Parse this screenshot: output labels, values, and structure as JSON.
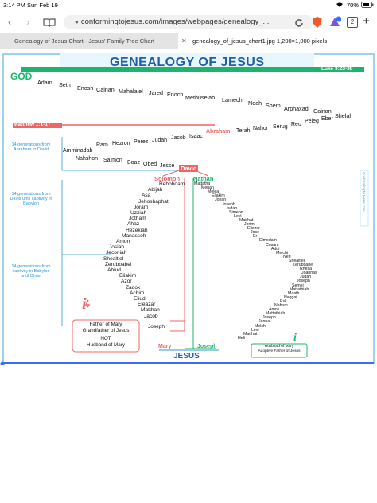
{
  "status": {
    "time": "3:14 PM",
    "date": "Sun Feb 19",
    "battery": "70%"
  },
  "browser": {
    "url": "conformingtojesus.com/images/webpages/genealogy_...",
    "tab_count": "2",
    "tabs": [
      {
        "label": "Genealogy of Jesus Chart - Jesus' Family Tree Chart"
      },
      {
        "label": "genealogy_of_jesus_chart1.jpg 1,200×1,000 pixels"
      }
    ]
  },
  "chart": {
    "title": "GENEALOGY OF JESUS",
    "luke_ref": "Luke 3:23-38",
    "matthew_ref": "Matthew 1:1-17",
    "god": "GOD",
    "luke_upper": [
      "Adam",
      "Seth",
      "Enosh",
      "Cainan",
      "Mahalalel",
      "Jared",
      "Enoch",
      "Methuselah",
      "Lamech",
      "Noah",
      "Shem",
      "Arphaxad",
      "Cainan",
      "Shelah"
    ],
    "abraham": "Abraham",
    "abraham_to_eber": [
      "Terah",
      "Nahor",
      "Serug",
      "Reu",
      "Peleg",
      "Eber"
    ],
    "group1": [
      "Ram",
      "Hezron",
      "Perez",
      "Judah",
      "Jacob",
      "Isaac",
      "Amminadab",
      "Nahshon",
      "Salmon",
      "Boaz",
      "Obed",
      "Jesse"
    ],
    "david": "David",
    "solomon": "Solomon",
    "nathan": "Nathan",
    "note1": "14 generations from Abraham to David",
    "note2": "14 generations from David until captivity in Babylon",
    "note3": "14 generations from captivity in Babylon until Christ",
    "solomon_line": [
      "Rehoboam",
      "Abijah",
      "Asa",
      "Jehoshaphat",
      "Joram",
      "Uzziah",
      "Jotham",
      "Ahaz",
      "Hezekiah",
      "Manasseh",
      "Amon",
      "Josiah",
      "Jeconiah",
      "Shealtiel",
      "Zerubbabel",
      "Abiud",
      "Eliakim",
      "Azor",
      "Zadok",
      "Achim",
      "Eliud",
      "Eleazar",
      "Matthan",
      "Jacob"
    ],
    "nathan_line": [
      "Mattatha",
      "Menan",
      "Melea",
      "Eliakim",
      "Jonan",
      "Joseph",
      "Judah",
      "Simeon",
      "Levi",
      "Matthat",
      "Jorim",
      "Eliezer",
      "Jose",
      "Er",
      "Elmodam",
      "Cosam",
      "Addi",
      "Melchi",
      "Neri",
      "Shealtiel",
      "Zerubbabel",
      "Rhesa",
      "Joannas",
      "Judah",
      "Joseph",
      "Semei",
      "Mattathiah",
      "Maath",
      "Naggai",
      "Esli",
      "Nahum",
      "Amos",
      "Mattathiah",
      "Joseph",
      "Janna",
      "Melchi",
      "Levi",
      "Matthat",
      "Heli"
    ],
    "joseph_left": "Joseph",
    "mary": "Mary",
    "left_box": {
      "l1": "Father of Mary",
      "l2": "Grandfather of Jesus",
      "l3": "NOT",
      "l4": "Husband of Mary"
    },
    "joseph_right": "Joseph",
    "right_box": {
      "l1": "Husband of Mary",
      "l2": "Adoptive Father of Jesus"
    },
    "jesus": "JESUS",
    "watermark": "ConformingToJesus.com",
    "info_glyph": "i",
    "colors": {
      "luke": "#1db56b",
      "matthew": "#ef6464",
      "title_bg": "#e8f6fd",
      "frame": "#7cc6ea",
      "note": "#2a9ad8"
    }
  }
}
